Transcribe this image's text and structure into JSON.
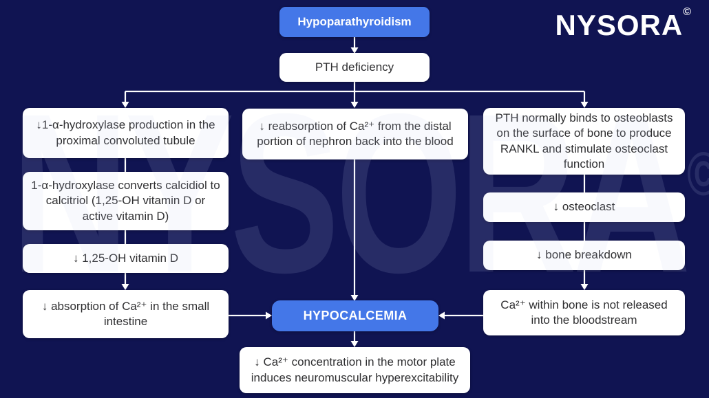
{
  "page": {
    "background_color": "#101452",
    "watermark_text": "NYSORA",
    "watermark_copyright": "©"
  },
  "logo": {
    "text": "NYSORA",
    "copyright": "©"
  },
  "colors": {
    "accent_blue": "#4477e8",
    "node_background": "#ffffff",
    "node_text": "#2f2f31",
    "arrow": "#ffffff"
  },
  "diagram": {
    "type": "flowchart",
    "nodes": {
      "hypoparathyroidism": "Hypoparathyroidism",
      "pth_deficiency": "PTH deficiency",
      "left_1": "↓1-α-hydroxylase production in the proximal convoluted tubule",
      "left_2": "1-α-hydroxylase converts calcidiol to calcitriol (1,25-OH vitamin D or active vitamin D)",
      "left_3": "↓ 1,25-OH vitamin D",
      "left_4": "↓ absorption of Ca²⁺ in the small intestine",
      "middle_1": "↓ reabsorption of Ca²⁺ from the distal portion of nephron back into the blood",
      "hypocalcemia": "HYPOCALCEMIA",
      "middle_2": "↓ Ca²⁺ concentration in the motor plate induces neuromuscular hyperexcitability",
      "right_1": "PTH normally binds to osteoblasts on the surface of bone to produce RANKL and stimulate osteoclast function",
      "right_2": "↓ osteoclast",
      "right_3": "↓ bone breakdown",
      "right_4": "Ca²⁺ within bone is not released into the bloodstream"
    }
  }
}
